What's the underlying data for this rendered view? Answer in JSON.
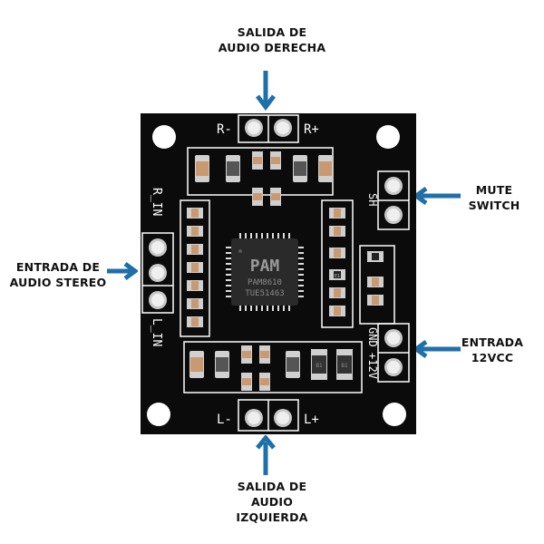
{
  "title": "PAM8610 amplifier board pinout",
  "accent_color": "#1f6fa8",
  "board_color": "#0b0b0b",
  "callouts": {
    "right_output": {
      "lines": [
        "SALIDA DE",
        "AUDIO DERECHA"
      ],
      "direction": "down"
    },
    "stereo_input": {
      "lines": [
        "ENTRADA DE",
        "AUDIO STEREO"
      ],
      "direction": "right"
    },
    "mute_switch": {
      "lines": [
        "MUTE",
        "SWITCH"
      ],
      "direction": "left"
    },
    "power_input": {
      "lines": [
        "ENTRADA",
        "12VCC"
      ],
      "direction": "left"
    },
    "left_output": {
      "lines": [
        "SALIDA DE",
        "AUDIO",
        "IZQUIERDA"
      ],
      "direction": "up"
    }
  },
  "silkscreen": {
    "r_minus": "R-",
    "r_plus": "R+",
    "l_minus": "L-",
    "l_plus": "L+",
    "r_in": "R_IN",
    "l_in": "L_IN",
    "sh": "SH",
    "gnd": "GND",
    "v12": "+12V"
  },
  "chip": {
    "logo": "PAM",
    "part": "PAM8610",
    "lot": "TUE51463"
  },
  "component_marks": {
    "r1": "B1",
    "r2": "B1",
    "r3": "B1",
    "r4": "E1"
  }
}
